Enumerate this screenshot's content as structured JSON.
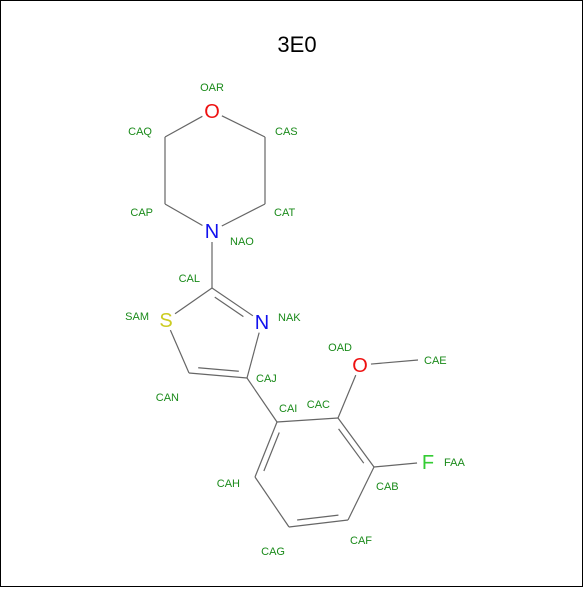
{
  "molecule": {
    "title": "3E0",
    "colors": {
      "bond": "#666666",
      "label": "#1a8a1a",
      "oxygen": "#ee1111",
      "nitrogen": "#1111ee",
      "sulfur": "#cccc22",
      "fluorine": "#33cc33",
      "border": "#000000"
    },
    "atoms": {
      "OAR": {
        "name": "OAR",
        "element": "O"
      },
      "CAQ": {
        "name": "CAQ"
      },
      "CAS": {
        "name": "CAS"
      },
      "CAP": {
        "name": "CAP"
      },
      "CAT": {
        "name": "CAT"
      },
      "NAO": {
        "name": "NAO",
        "element": "N"
      },
      "CAL": {
        "name": "CAL"
      },
      "SAM": {
        "name": "SAM",
        "element": "S"
      },
      "NAK": {
        "name": "NAK",
        "element": "N"
      },
      "CAN": {
        "name": "CAN"
      },
      "CAJ": {
        "name": "CAJ"
      },
      "CAI": {
        "name": "CAI"
      },
      "CAC": {
        "name": "CAC"
      },
      "OAD": {
        "name": "OAD",
        "element": "O"
      },
      "CAE": {
        "name": "CAE"
      },
      "CAB": {
        "name": "CAB"
      },
      "FAA": {
        "name": "FAA",
        "element": "F"
      },
      "CAF": {
        "name": "CAF"
      },
      "CAG": {
        "name": "CAG"
      },
      "CAH": {
        "name": "CAH"
      }
    },
    "bonds": [
      [
        "OAR",
        "CAQ"
      ],
      [
        "OAR",
        "CAS"
      ],
      [
        "CAQ",
        "CAP"
      ],
      [
        "CAS",
        "CAT"
      ],
      [
        "CAP",
        "NAO"
      ],
      [
        "CAT",
        "NAO"
      ],
      [
        "NAO",
        "CAL"
      ],
      [
        "CAL",
        "SAM"
      ],
      [
        "CAL",
        "NAK"
      ],
      [
        "SAM",
        "CAN"
      ],
      [
        "CAN",
        "CAJ"
      ],
      [
        "CAJ",
        "NAK"
      ],
      [
        "CAJ",
        "CAI"
      ],
      [
        "CAI",
        "CAC"
      ],
      [
        "CAC",
        "OAD"
      ],
      [
        "OAD",
        "CAE"
      ],
      [
        "CAC",
        "CAB"
      ],
      [
        "CAB",
        "FAA"
      ],
      [
        "CAB",
        "CAF"
      ],
      [
        "CAF",
        "CAG"
      ],
      [
        "CAG",
        "CAH"
      ],
      [
        "CAH",
        "CAI"
      ]
    ],
    "double_bonds": [
      [
        "CAL",
        "NAK"
      ],
      [
        "CAN",
        "CAJ"
      ],
      [
        "CAI",
        "CAH"
      ],
      [
        "CAC",
        "CAB"
      ],
      [
        "CAF",
        "CAG"
      ]
    ]
  }
}
